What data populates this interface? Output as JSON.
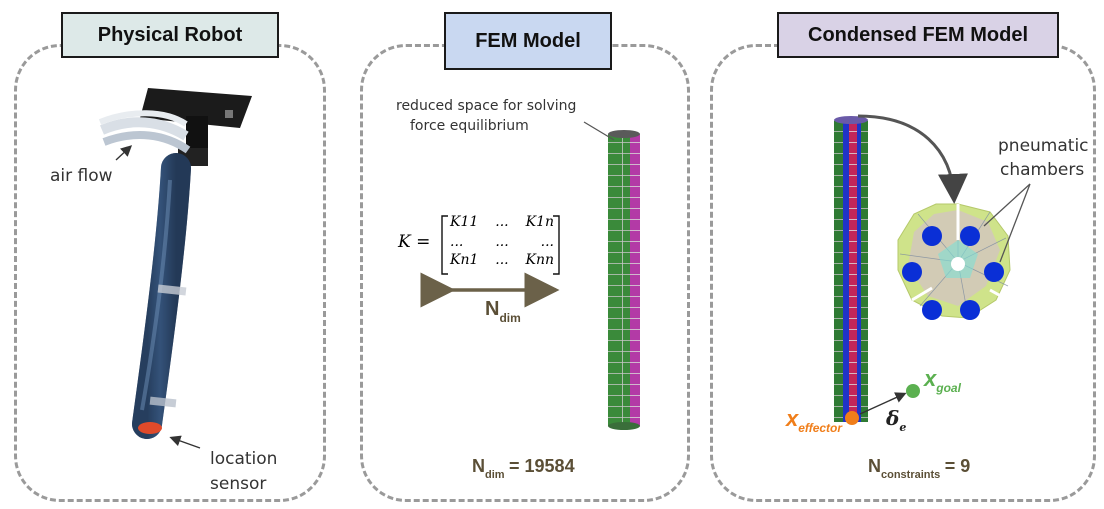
{
  "panels": {
    "physical": {
      "title": "Physical Robot",
      "title_bg": "#dde9e8",
      "air_flow": "air flow",
      "sensor_line1": "location",
      "sensor_line2": "sensor"
    },
    "fem": {
      "title": "FEM Model",
      "title_bg": "#c9d8f1",
      "note_line1": "reduced space for solving",
      "note_line2": "force equilibrium",
      "matrix": {
        "lhs": "K =",
        "r1": [
          "K11",
          "...",
          "K1n"
        ],
        "r2": [
          "...",
          "...",
          "..."
        ],
        "r3": [
          "Kn1",
          "...",
          "Knn"
        ]
      },
      "ndim_main": "N",
      "ndim_sub": "dim",
      "bottom_main": "N",
      "bottom_sub": "dim",
      "bottom_value": "= 19584"
    },
    "condensed": {
      "title": "Condensed FEM Model",
      "title_bg": "#d9d2e6",
      "chambers_line1": "pneumatic",
      "chambers_line2": "chambers",
      "x_goal_main": "x",
      "x_goal_sub": "goal",
      "x_eff_main": "x",
      "x_eff_sub": "effector",
      "delta_main": "δ",
      "delta_sub": "e",
      "constraints_main": "N",
      "constraints_sub": "constraints",
      "constraints_value": "= 9"
    }
  },
  "colors": {
    "goal": "#5bb050",
    "effector": "#f07e1a",
    "chamber": "#0a2fd6",
    "arrow": "#6b6149"
  }
}
